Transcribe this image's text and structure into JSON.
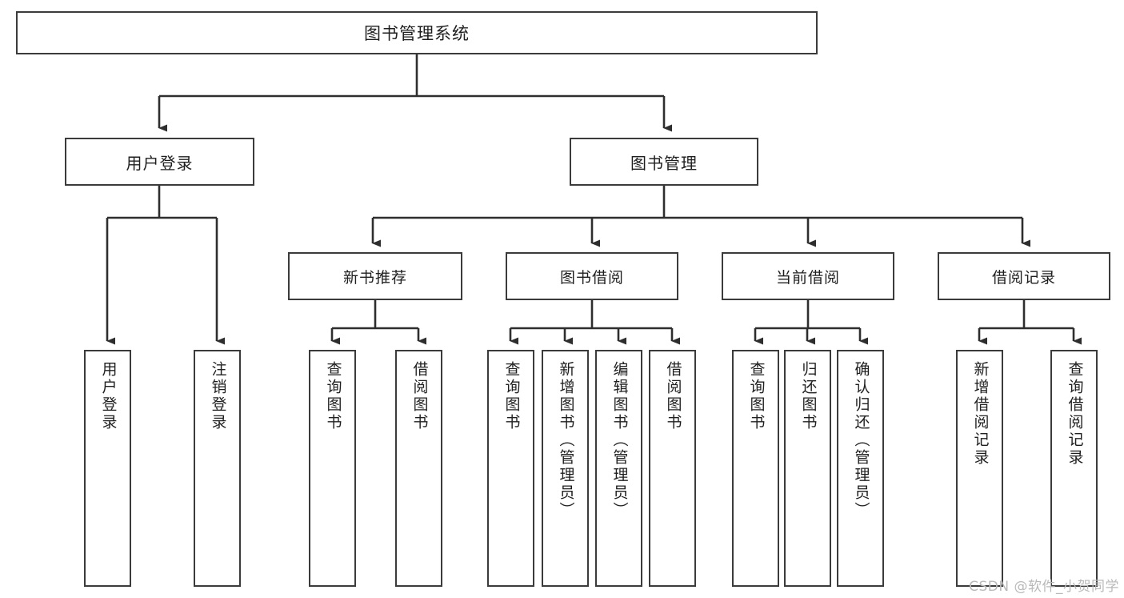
{
  "diagram": {
    "type": "tree",
    "title": "图书管理系统",
    "orientation": "top-down",
    "colors": {
      "box_border": "#3b3b3b",
      "box_fill": "#ffffff",
      "connector": "#2e2e2e",
      "text": "#1f1f1f",
      "watermark": "#b9b9b9",
      "background": "#ffffff"
    }
  },
  "root": {
    "label": "图书管理系统"
  },
  "level1": [
    {
      "label": "用户登录"
    },
    {
      "label": "图书管理"
    }
  ],
  "level2": [
    {
      "label": "新书推荐"
    },
    {
      "label": "图书借阅"
    },
    {
      "label": "当前借阅"
    },
    {
      "label": "借阅记录"
    }
  ],
  "leaves": {
    "user_login": [
      {
        "label": "用户登录"
      },
      {
        "label": "注销登录"
      }
    ],
    "new_book_recommend": [
      {
        "label": "查询图书"
      },
      {
        "label": "借阅图书"
      }
    ],
    "book_borrow": [
      {
        "label": "查询图书"
      },
      {
        "label": "新增图书（管理员）"
      },
      {
        "label": "编辑图书（管理员）"
      },
      {
        "label": "借阅图书"
      }
    ],
    "current_borrow": [
      {
        "label": "查询图书"
      },
      {
        "label": "归还图书"
      },
      {
        "label": "确认归还（管理员）"
      }
    ],
    "borrow_record": [
      {
        "label": "新增借阅记录"
      },
      {
        "label": "查询借阅记录"
      }
    ]
  },
  "watermark": {
    "text": "CSDN @软件_小贺同学"
  }
}
